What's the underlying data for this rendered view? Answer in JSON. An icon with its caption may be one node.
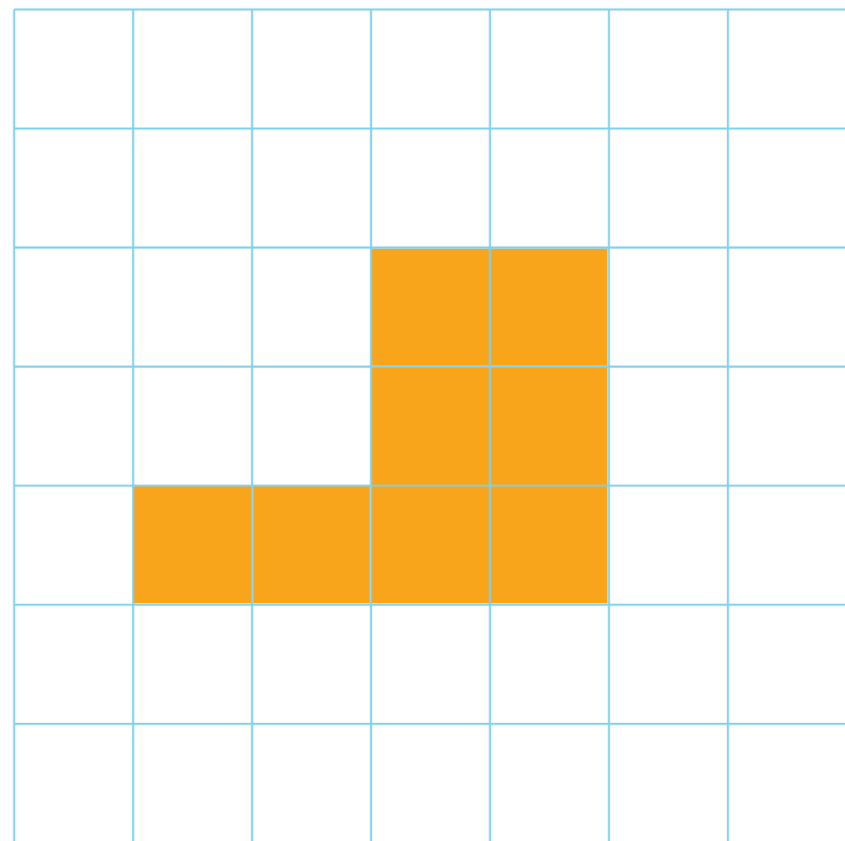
{
  "diagram": {
    "nodes": [
      {
        "text": [],
        "shape": "box"
      },
      {
        "text": [],
        "shape": "box"
      },
      {
        "text": [],
        "shape": "box"
      },
      {
        "text": [],
        "shape": "box"
      },
      {
        "text": [],
        "shape": "box"
      },
      {
        "text": [],
        "shape": "box"
      },
      {
        "text": [],
        "shape": "box"
      },
      {
        "text": [],
        "shape": "box"
      }
    ]
  }
}
